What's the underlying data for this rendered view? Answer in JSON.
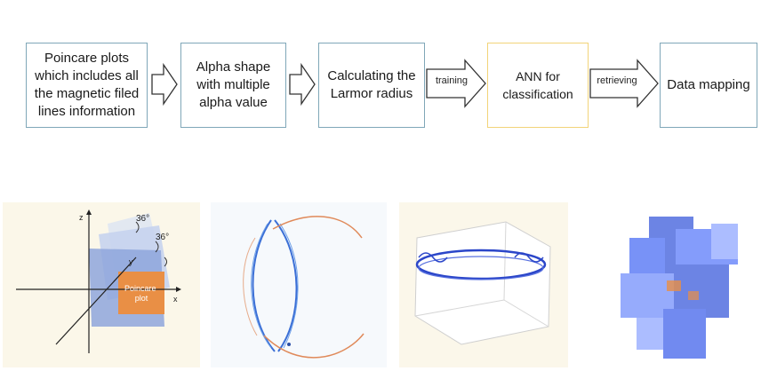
{
  "flow": {
    "steps": [
      {
        "label": "Poincare plots\nwhich includes all\nthe magnetic filed\nlines information"
      },
      {
        "label": "Alpha shape\nwith multiple\nalpha value"
      },
      {
        "label": "Calculating the\nLarmor radius"
      },
      {
        "label": "ANN for\nclassification"
      },
      {
        "label": "Data mapping"
      }
    ],
    "arrow_labels": [
      "training",
      "retrieving"
    ],
    "colors": {
      "box_border": "#7fa7b8",
      "highlight_border": "#f2d479"
    }
  },
  "figures": {
    "axes": {
      "angle_1": "36°",
      "angle_2": "36°",
      "plot_label": "Poincare\nplot",
      "x_label": "x",
      "y_label": "y",
      "z_label": "z"
    },
    "panel_colors": {
      "orange": "#e98f45",
      "blue": "#3b5bdb"
    }
  }
}
